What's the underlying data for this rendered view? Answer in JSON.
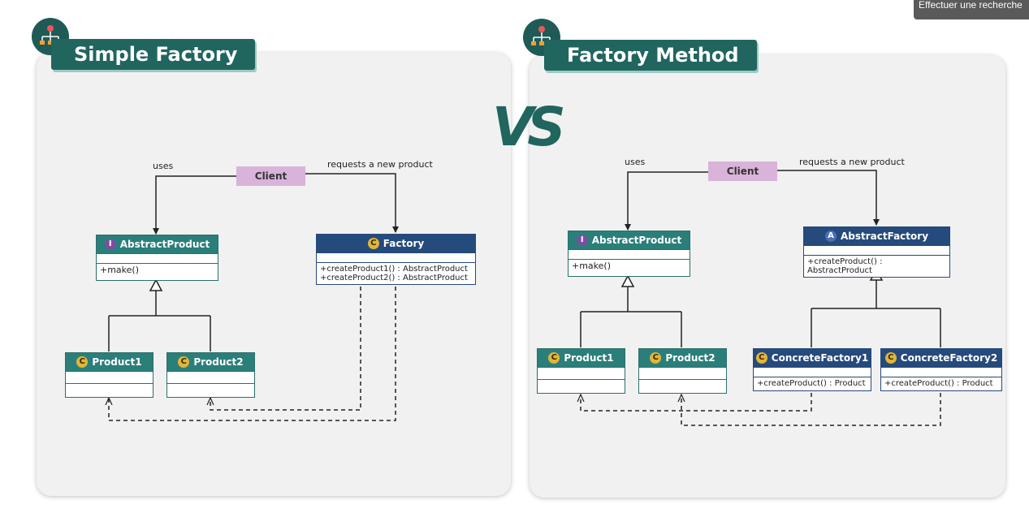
{
  "tooltip": "Effectuer une recherche",
  "vs": "VS",
  "left": {
    "title": "Simple Factory",
    "client": "Client",
    "uses": "uses",
    "requests": "requests a new product",
    "abstract_product": {
      "name": "AbstractProduct",
      "badge": "I",
      "method": "+make()"
    },
    "factory": {
      "name": "Factory",
      "badge": "C",
      "methods": [
        "+createProduct1() : AbstractProduct",
        "+createProduct2() : AbstractProduct"
      ]
    },
    "product1": {
      "name": "Product1",
      "badge": "C"
    },
    "product2": {
      "name": "Product2",
      "badge": "C"
    }
  },
  "right": {
    "title": "Factory Method",
    "client": "Client",
    "uses": "uses",
    "requests": "requests a new product",
    "abstract_product": {
      "name": "AbstractProduct",
      "badge": "I",
      "method": "+make()"
    },
    "abstract_factory": {
      "name": "AbstractFactory",
      "badge": "A",
      "method": "+createProduct() : AbstractProduct"
    },
    "product1": {
      "name": "Product1",
      "badge": "C"
    },
    "product2": {
      "name": "Product2",
      "badge": "C"
    },
    "concrete_factory1": {
      "name": "ConcreteFactory1",
      "badge": "C",
      "method": "+createProduct() : Product"
    },
    "concrete_factory2": {
      "name": "ConcreteFactory2",
      "badge": "C",
      "method": "+createProduct() : Product"
    }
  },
  "colors": {
    "teal": "#2a7f7a",
    "navy": "#254a7c",
    "client": "#d9b3d9",
    "title": "#21655f"
  }
}
